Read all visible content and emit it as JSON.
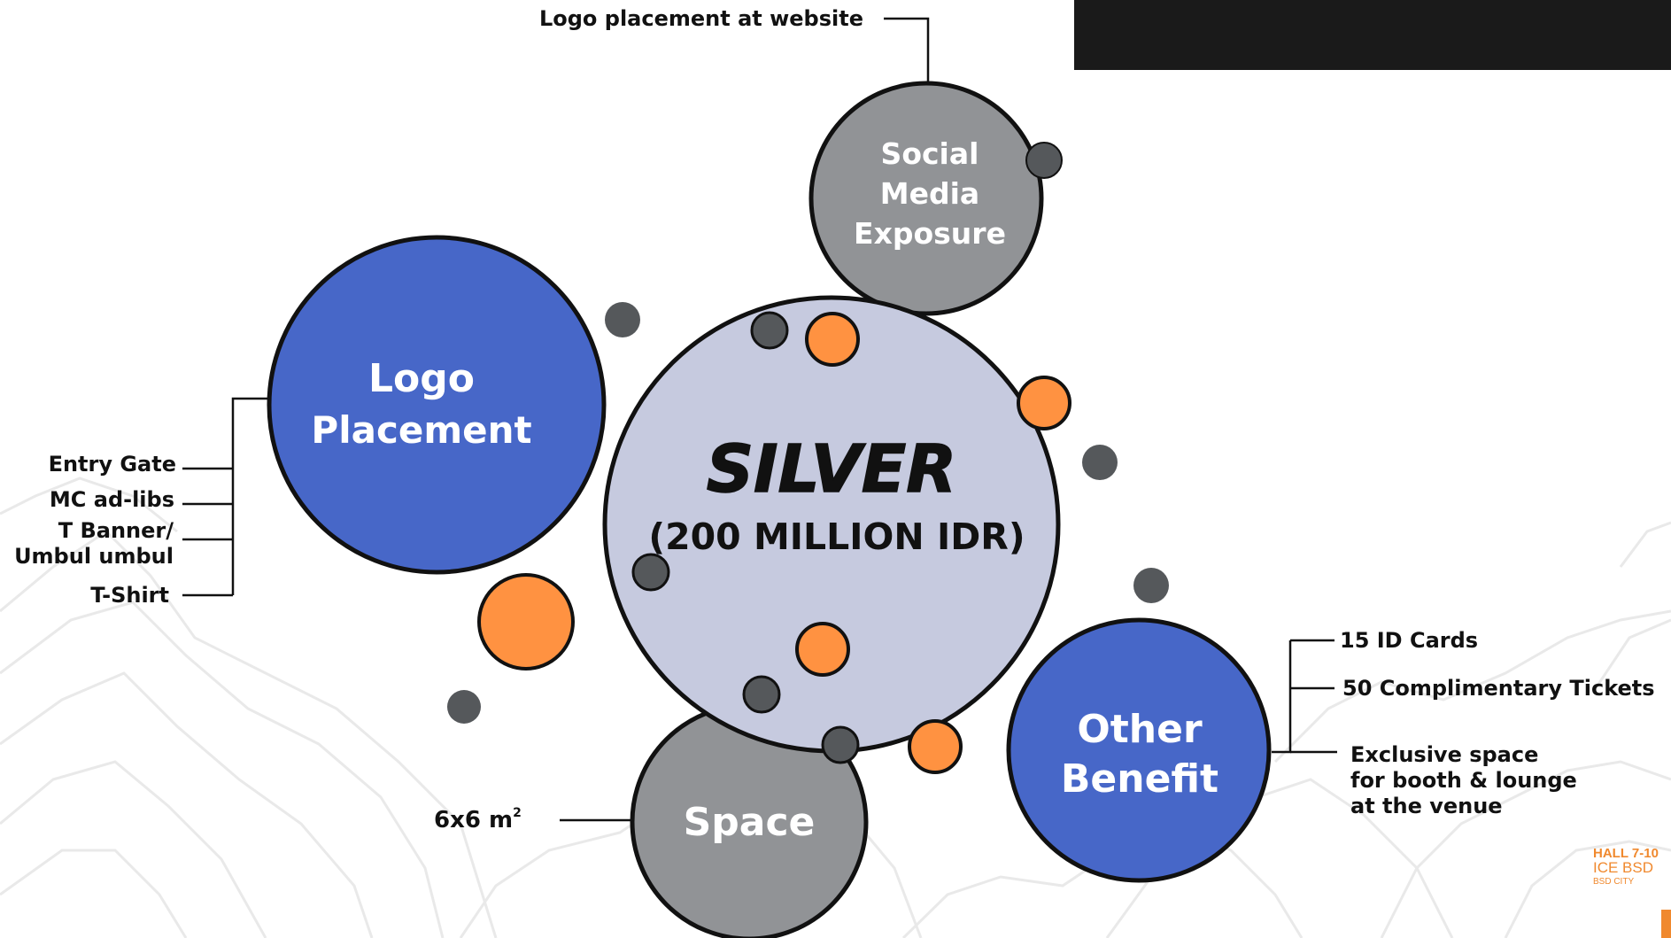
{
  "colors": {
    "silver_fill": "#c6cadf",
    "blue_fill": "#4767c8",
    "gray_fill": "#919396",
    "orange_dot": "#ff9241",
    "dark_dot": "#55585b",
    "outline": "#111111",
    "top_bar": "#1a1a1a",
    "watermark": "#e9e9e9",
    "corner_accent": "#f0892e"
  },
  "center": {
    "title": "SILVER",
    "price": "(200 MILLION IDR)"
  },
  "logo_placement": {
    "title_line1": "Logo",
    "title_line2": "Placement",
    "items": {
      "entry_gate": "Entry Gate",
      "mc_adlibs": "MC ad-libs",
      "t_banner_line1": "T Banner/",
      "t_banner_line2": "Umbul umbul",
      "t_shirt": "T-Shirt"
    }
  },
  "social_media": {
    "title_line1": "Social",
    "title_line2": "Media",
    "title_line3": "Exposure",
    "item": "Logo placement at website"
  },
  "space": {
    "title": "Space",
    "size": "6x6  m",
    "size_sup": "2"
  },
  "other_benefit": {
    "title_line1": "Other",
    "title_line2": "Benefit",
    "items": {
      "id_cards": "15 ID Cards",
      "tickets": "50 Complimentary Tickets",
      "exclusive_line1": "Exclusive space",
      "exclusive_line2": "for booth & lounge",
      "exclusive_line3": "at the  venue"
    }
  },
  "corner_logo": {
    "line1": "HALL 7-10",
    "line2": "ICE BSD",
    "line3": "BSD CITY"
  }
}
